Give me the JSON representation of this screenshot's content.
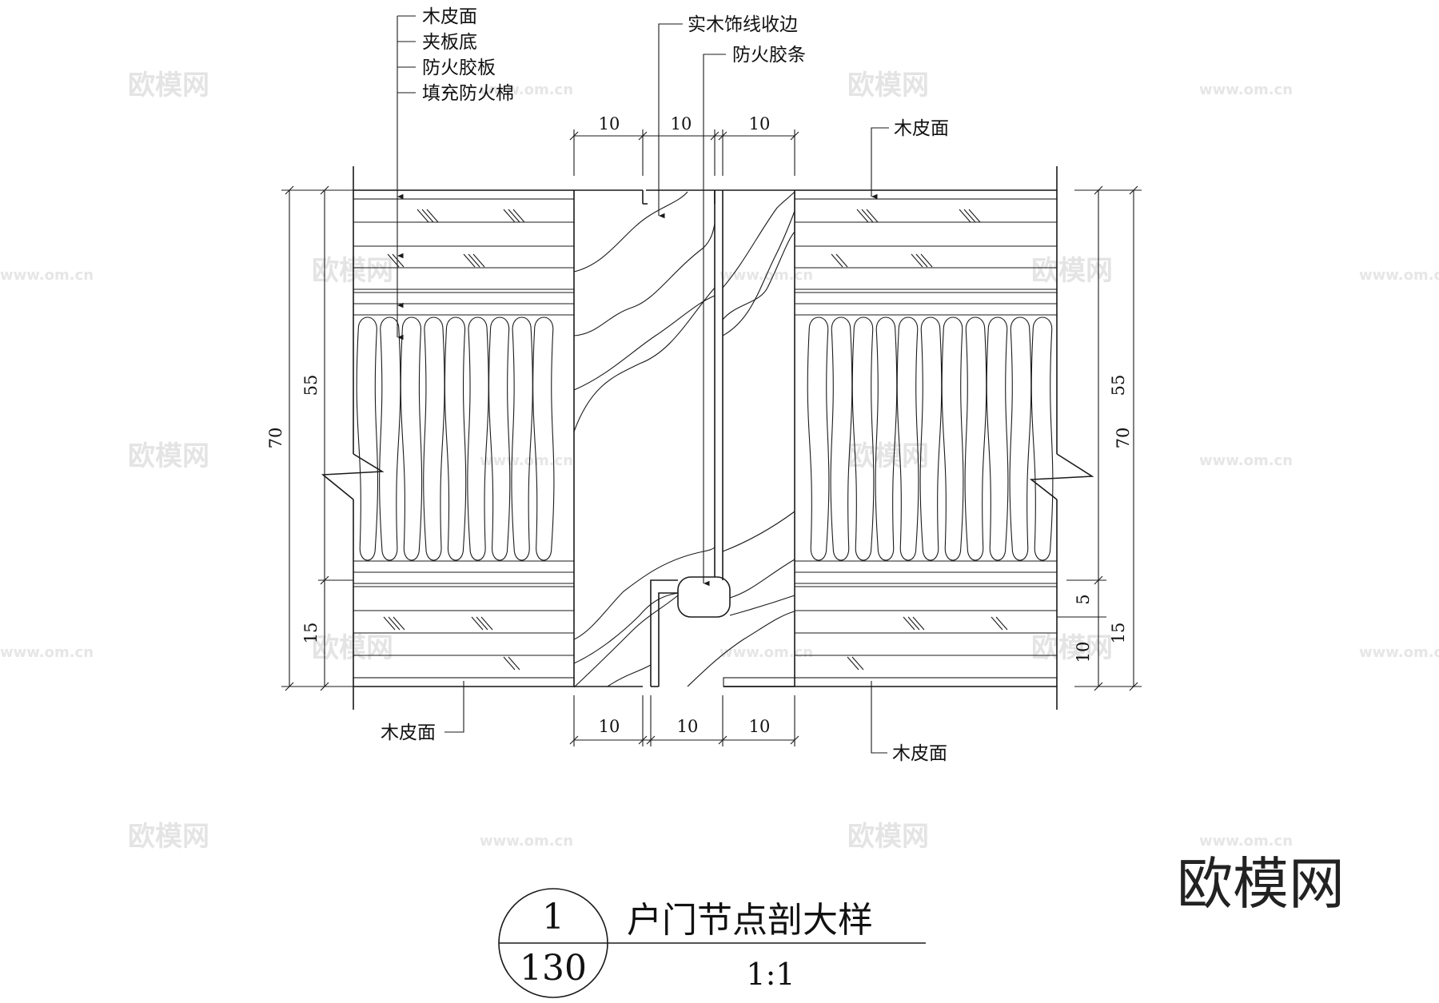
{
  "labels": {
    "face_veneer": "木皮面",
    "plywood_base": "夹板底",
    "fire_laminate": "防火胶板",
    "fire_cotton": "填充防火棉",
    "solid_wood_trim": "实木饰线收边",
    "fire_strip": "防火胶条",
    "top_right_veneer": "木皮面",
    "bottom_left_veneer": "木皮面",
    "bottom_right_veneer": "木皮面"
  },
  "dimensions": {
    "top": [
      "10",
      "10",
      "10"
    ],
    "bottom": [
      "10",
      "10",
      "10"
    ],
    "left_total": "70",
    "left_upper": "55",
    "left_lower": "15",
    "right_total": "70",
    "right_upper": "55",
    "right_lower": "15",
    "right_small_a": "5",
    "right_small_b": "10"
  },
  "title_block": {
    "number": "1",
    "sheet": "130",
    "title": "户门节点剖大样",
    "scale": "1:1"
  },
  "watermark": {
    "text": "欧模网",
    "url": "www.om.cn",
    "corner_text": "欧模网"
  }
}
